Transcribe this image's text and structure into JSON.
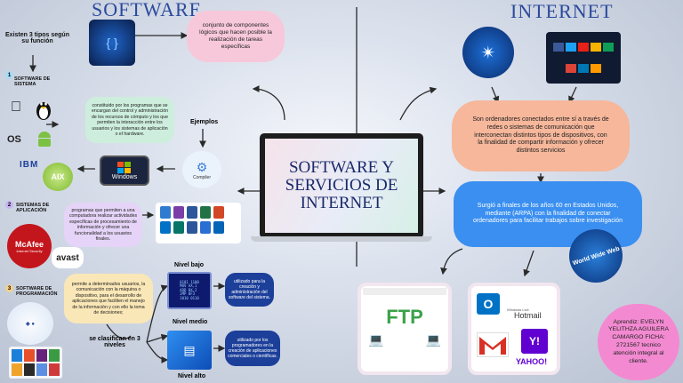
{
  "headers": {
    "software": "SOFTWARE",
    "internet": "INTERNET"
  },
  "center": {
    "line1": "SOFTWARE Y",
    "line2": "SERVICIOS DE",
    "line3": "INTERNET"
  },
  "left": {
    "types_label": "Existen 3 tipos según su función",
    "def_software": "conjunto de componentes lógicos que hacen posible la realización de tareas específicas",
    "type1_num": "1",
    "type1_label": "SOFTWARE DE SISTEMA",
    "type1_desc": "constituido por los programas que se encargan del control y administración de los recursos de cómputo y los que permiten la interacción entre los usuarios y los sistemas de aplicación o el hardware.",
    "ejemplos": "Ejemplos",
    "type2_num": "2",
    "type2_label": "SISTEMAS DE APLICACIÓN",
    "type2_desc": "programas que permiten a una computadora realizar actividades específicas de procesamiento de información y ofrecer una funcionalidad a los usuarios finales.",
    "type3_num": "3",
    "type3_label": "SOFTWARE DE PROGRAMACIÓN",
    "type3_desc": "permite a determinados usuarios, la comunicación con la máquina o dispositivo, para el desarrollo de aplicaciones que faciliten el manejo de la información y con ello la toma de decisiones;",
    "levels_label": "se clasifican en 3 niveles",
    "nivel_bajo": "Nivel bajo",
    "nivel_medio": "Nivel medio",
    "nivel_alto": "Nivel alto",
    "bajo_desc": "utilizado para la creación y administración del software del sistema.",
    "alto_desc": "utilizado por los programadores en la creación de aplicaciones comerciales o científicas.",
    "os_label": "OS",
    "ibm_label": "IBM",
    "aix_label": "AIX",
    "windows_label": "Windows",
    "compiler_label": "Compiler",
    "mcafee_label": "McAfee",
    "mcafee_sub": "Internet Security",
    "avast_label": "avast"
  },
  "right": {
    "def_internet": "Son ordenadores conectados entre sí a través de redes o sistemas de comunicación que interconectan distintos tipos de dispositivos, con la finalidad de compartir información y ofrecer distintos servicios",
    "origin": "Surgió a finales de los años 60 en Estados Unidos, mediante  (ARPA) con la finalidad de conectar ordenadores para facilitar trabajos sobre investigación",
    "www": "World Wide Web",
    "ftp": "FTP",
    "hotmail": "Hotmail",
    "windows_live": "Windows Live",
    "yahoo": "YAHOO!",
    "author": "Aprendiz: EVELYN YELITHZA AGUILERA CAMARGO FICHA: 2721567 tecnico atención integral al cliente."
  },
  "colors": {
    "pink": "#f7c8d9",
    "green": "#cdeedd",
    "lavender": "#e5d4f7",
    "blue": "#3a8ff0",
    "salmon": "#f6b79b",
    "navy": "#1c3f9a"
  }
}
